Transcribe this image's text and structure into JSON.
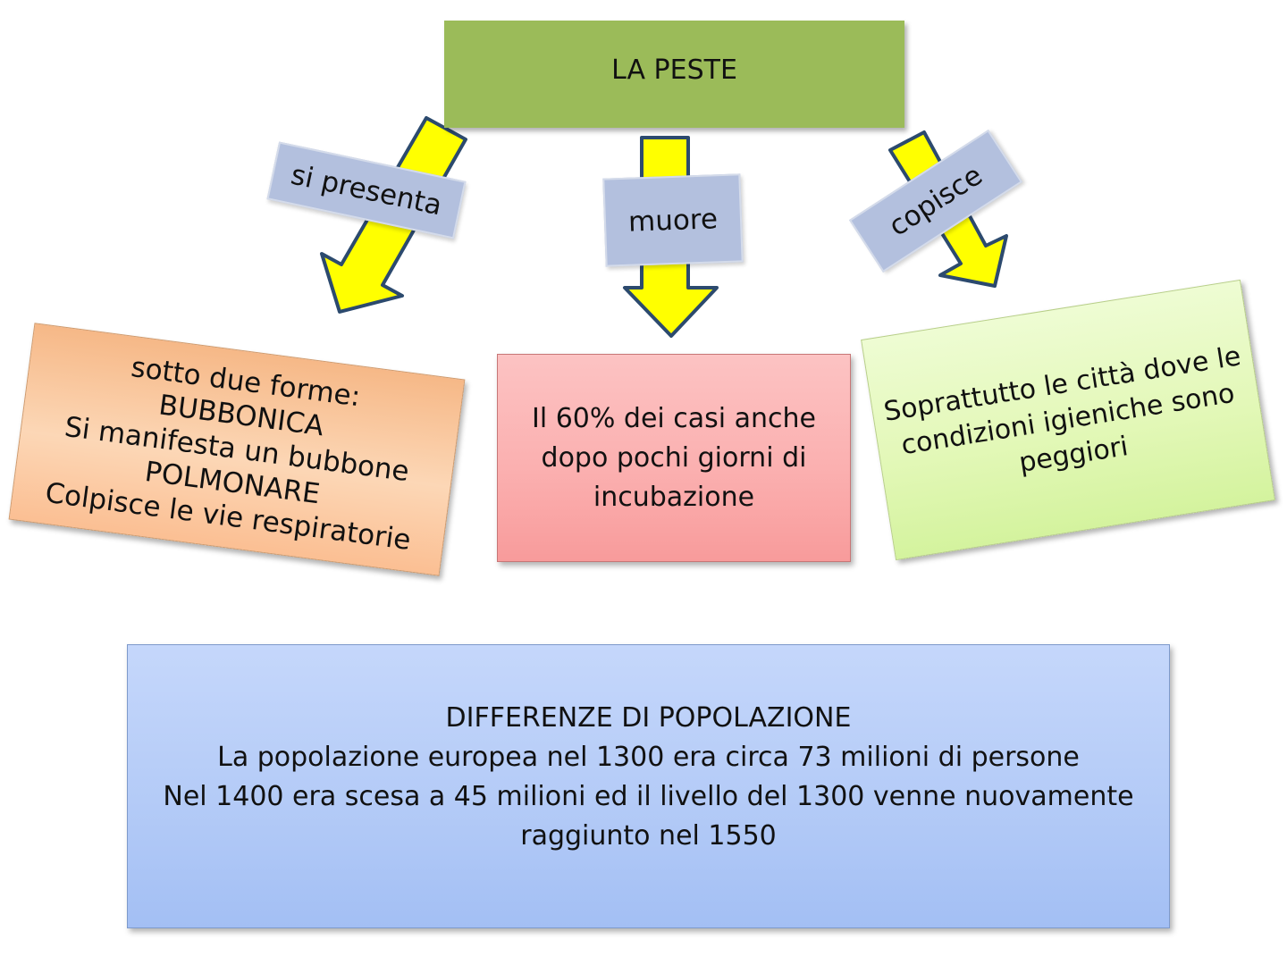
{
  "diagram": {
    "title": "LA PESTE",
    "connectors": [
      {
        "label": "si presenta"
      },
      {
        "label": "muore"
      },
      {
        "label": "copisce"
      }
    ],
    "boxes": [
      {
        "lines": [
          "sotto due forme:",
          "BUBBONICA",
          "Si manifesta un bubbone",
          "POLMONARE",
          "Colpisce le vie respiratorie"
        ]
      },
      {
        "lines": [
          "Il 60% dei casi anche",
          "dopo pochi giorni di",
          "incubazione"
        ]
      },
      {
        "lines": [
          "Soprattutto le città dove le",
          "condizioni igieniche sono",
          "peggiori"
        ]
      }
    ],
    "bottom": {
      "lines": [
        "DIFFERENZE DI POPOLAZIONE",
        "La popolazione europea nel 1300 era circa 73 milioni di persone",
        "Nel 1400 era scesa a 45 milioni ed il livello del 1300 venne nuovamente",
        "raggiunto nel 1550"
      ]
    }
  },
  "colors": {
    "title_fill": "#9bbb59",
    "label_fill": "#b3c0de",
    "arrow_fill": "#ffff00",
    "arrow_stroke": "#2c4a6e",
    "box_left_fill": "#fbc9a0",
    "box_mid_fill": "#fbb0b0",
    "box_right_fill": "#e3f8b8",
    "box_bottom_fill": "#b4cbf7"
  }
}
